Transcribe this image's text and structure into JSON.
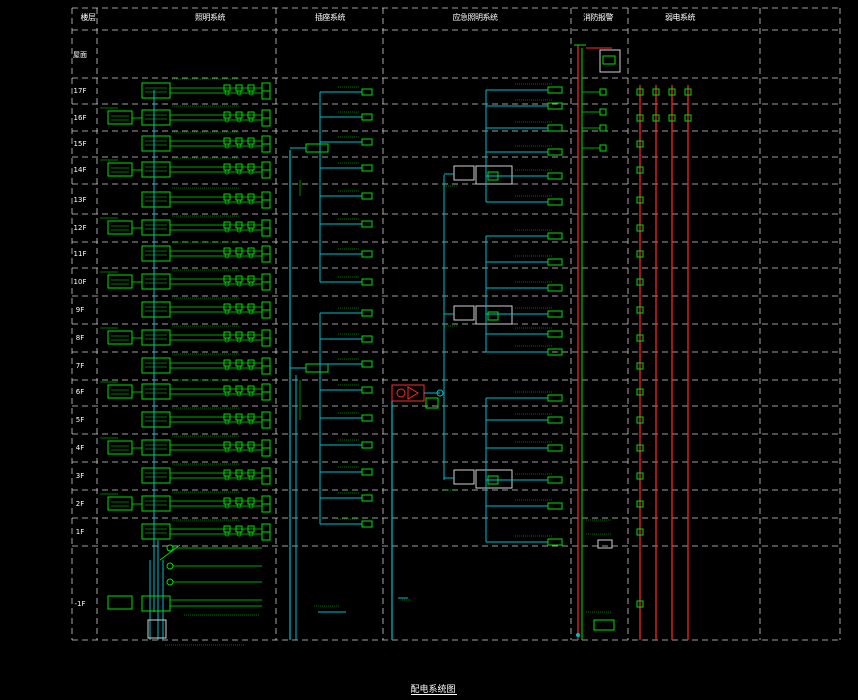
{
  "headers": [
    "楼层",
    "照明系统",
    "插座系统",
    "应急照明系统",
    "消防报警",
    "弱电系统"
  ],
  "floors": [
    "屋面",
    "17F",
    "16F",
    "15F",
    "14F",
    "13F",
    "12F",
    "11F",
    "10F",
    "9F",
    "8F",
    "7F",
    "6F",
    "5F",
    "4F",
    "3F",
    "2F",
    "1F",
    "-1F"
  ],
  "caption": "配电系统图",
  "colors": {
    "background": "#000000",
    "grid": "#cfcfcf",
    "panel": "#00e000",
    "feeder": "#00bcc8",
    "fire": "#ff2a2a",
    "equipment": "#ff00ff"
  },
  "icons": [
    "distribution-panel-icon",
    "fire-alarm-panel-icon",
    "emergency-power-icon",
    "lamp-symbol-icon"
  ]
}
